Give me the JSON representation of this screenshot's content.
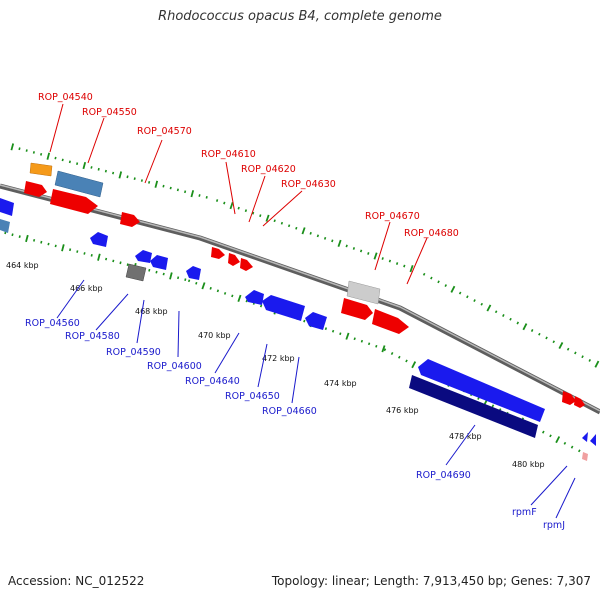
{
  "title": "Rhodococcus opacus B4, complete genome",
  "footer": {
    "accession": "Accession: NC_012522",
    "summary": "Topology: linear; Length: 7,913,450 bp; Genes: 7,307"
  },
  "colors": {
    "forward_gene": "#ee0000",
    "reverse_gene": "#1a1aee",
    "dark_blue_gene": "#0a0a80",
    "orange_gene": "#f59a1a",
    "steel_gene": "#4a82b6",
    "gray_gene": "#777777",
    "light_gray_gene": "#cfcfcf",
    "tick_green": "#1a8f1a",
    "backbone": "#888888"
  },
  "kbp_labels": [
    "464 kbp",
    "466 kbp",
    "468 kbp",
    "470 kbp",
    "472 kbp",
    "474 kbp",
    "476 kbp",
    "478 kbp",
    "480 kbp"
  ],
  "forward_labels": [
    "ROP_04540",
    "ROP_04550",
    "ROP_04570",
    "ROP_04610",
    "ROP_04620",
    "ROP_04630",
    "ROP_04670",
    "ROP_04680"
  ],
  "reverse_labels": [
    "ROP_04560",
    "ROP_04580",
    "ROP_04590",
    "ROP_04600",
    "ROP_04640",
    "ROP_04650",
    "ROP_04660",
    "ROP_04690",
    "rpmF",
    "rpmJ"
  ]
}
